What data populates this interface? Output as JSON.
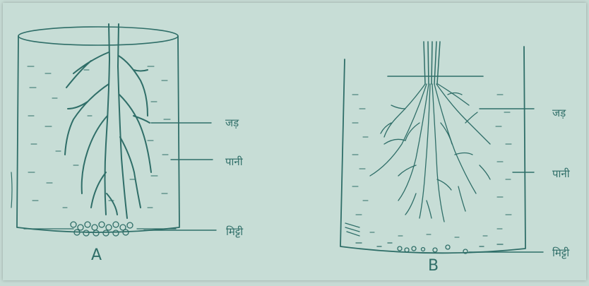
{
  "figure_a": {
    "caption": "A",
    "labels": {
      "root": "जड़",
      "water": "पानी",
      "soil": "मिट्टी"
    }
  },
  "figure_b": {
    "caption": "B",
    "labels": {
      "root": "जड़",
      "water": "पानी",
      "soil": "मिट्टी"
    }
  },
  "colors": {
    "ink": "#2f6e68",
    "paper": "#c7ddd6"
  }
}
